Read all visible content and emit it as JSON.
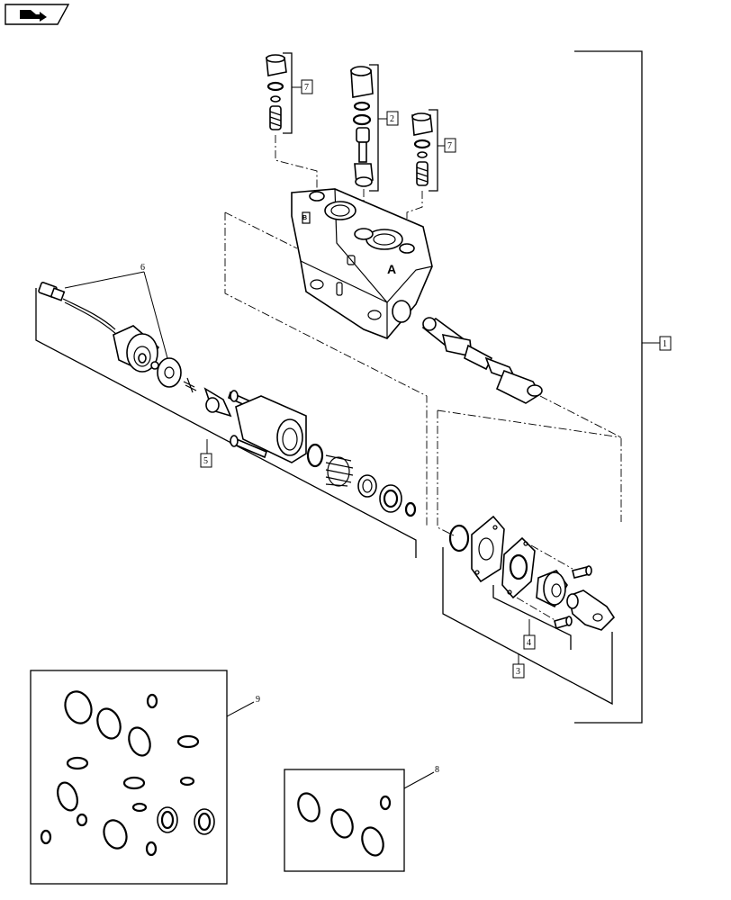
{
  "nav_icon": "arrow-back-icon",
  "callouts": {
    "c1": "1",
    "c2": "2",
    "c3": "3",
    "c4": "4",
    "c5": "5",
    "c6": "6",
    "c7a": "7",
    "c7b": "7",
    "c8": "8",
    "c9": "9"
  },
  "body_marks": {
    "port_a": "A",
    "port_b": "B"
  }
}
